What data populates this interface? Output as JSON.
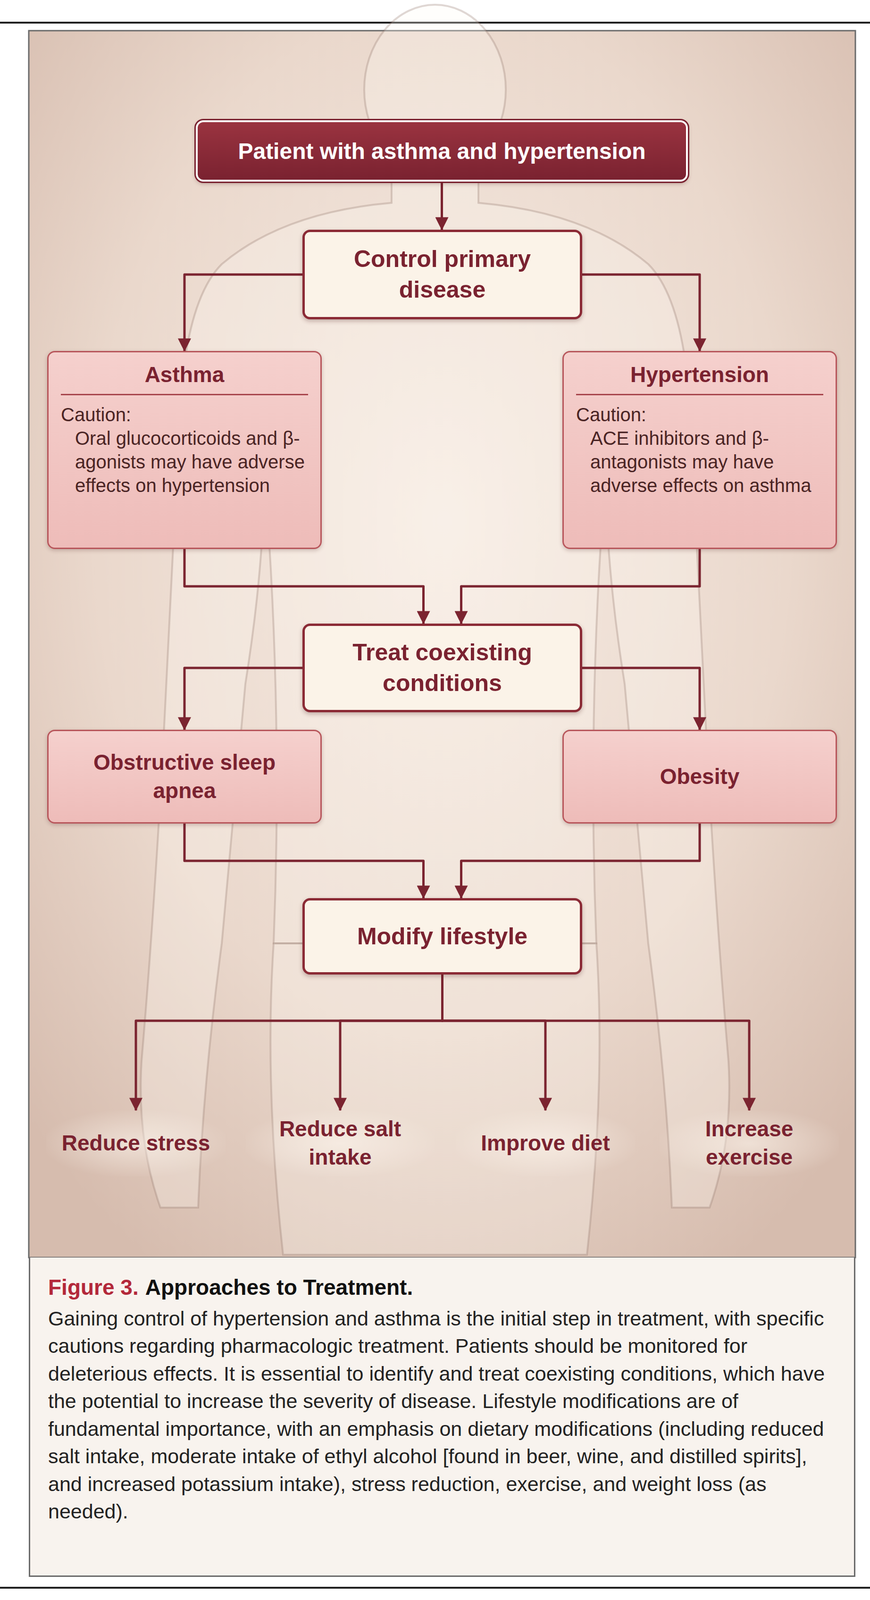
{
  "diagram": {
    "title": "Approaches to Treatment.",
    "caption": "Gaining control of hypertension and asthma is the initial step in treatment, with specific cautions regarding pharmacologic treatment. Patients should be monitored for deleterious effects. It is essential to identify and treat coexisting conditions, which have the potential to increase the severity of disease. Lifestyle modifications are of fundamental importance, with an emphasis on dietary modifications (including reduced salt intake, moderate intake of ethyl alcohol [found in beer, wine, and distilled spirits], and increased potassium intake), stress reduction, exercise, and weight loss (as needed).",
    "nodes": [
      {
        "text": [
          "Patient with asthma and hypertension"
        ]
      },
      {
        "text": [
          "Control primary disease"
        ]
      },
      {
        "text": [
          "Asthma",
          "Caution:",
          "Oral glucocorticoids and β-agonists may have adverse effects on hypertension"
        ]
      },
      {
        "text": [
          "Hypertension",
          "Caution:",
          "ACE inhibitors and β-antagonists may have adverse effects on asthma"
        ]
      },
      {
        "text": [
          "Treat coexisting conditions"
        ]
      },
      {
        "text": [
          "Obstructive sleep apnea"
        ]
      },
      {
        "text": [
          "Obesity"
        ]
      },
      {
        "text": [
          "Modify lifestyle"
        ]
      },
      {
        "text": [
          "Reduce stress"
        ]
      },
      {
        "text": [
          "Reduce salt intake"
        ]
      },
      {
        "text": [
          "Improve diet"
        ]
      },
      {
        "text": [
          "Increase exercise"
        ]
      }
    ],
    "edges": [
      {
        "from": 0,
        "to": 1,
        "arrow": "to"
      },
      {
        "from": 1,
        "to": 2,
        "arrow": "to"
      },
      {
        "from": 1,
        "to": 3,
        "arrow": "to"
      },
      {
        "from": 2,
        "to": 4,
        "arrow": "to"
      },
      {
        "from": 3,
        "to": 4,
        "arrow": "to"
      },
      {
        "from": 4,
        "to": 5,
        "arrow": "to"
      },
      {
        "from": 4,
        "to": 6,
        "arrow": "to"
      },
      {
        "from": 5,
        "to": 7,
        "arrow": "to"
      },
      {
        "from": 6,
        "to": 7,
        "arrow": "to"
      },
      {
        "from": 7,
        "to": 8,
        "arrow": "to"
      },
      {
        "from": 7,
        "to": 9,
        "arrow": "to"
      },
      {
        "from": 7,
        "to": 10,
        "arrow": "to"
      },
      {
        "from": 7,
        "to": 11,
        "arrow": "to"
      }
    ],
    "labels": [
      "Figure 3."
    ]
  }
}
